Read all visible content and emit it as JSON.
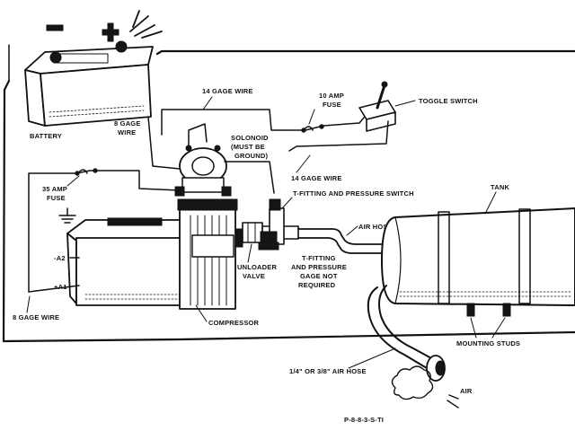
{
  "labels": {
    "battery": "BATTERY",
    "wire14_top": "14 GAGE WIRE",
    "wire8_battery_1": "8 GAGE",
    "wire8_battery_2": "WIRE",
    "fuse10_1": "10 AMP",
    "fuse10_2": "FUSE",
    "toggle_switch": "TOGGLE SWITCH",
    "solenoid_1": "SOLONOID",
    "solenoid_2": "(MUST BE",
    "solenoid_3": "GROUND)",
    "wire14_lower": "14 GAGE WIRE",
    "tfitting_switch": "T-FITTING AND PRESSURE SWITCH",
    "tank": "TANK",
    "fuse35_1": "35 AMP",
    "fuse35_2": "FUSE",
    "air_hose": "AIR HOSE",
    "terminal_a2": "-A2",
    "terminal_a1": "+A1",
    "tfitting_gage_1": "T-FITTING",
    "tfitting_gage_2": "AND PRESSURE",
    "tfitting_gage_3": "GAGE NOT",
    "tfitting_gage_4": "REQUIRED",
    "unloader_1": "UNLOADER",
    "unloader_2": "VALVE",
    "wire8_bottom": "8 GAGE WIRE",
    "compressor": "COMPRESSOR",
    "mounting_studs": "MOUNTING  STUDS",
    "hose_size": "1/4\" OR 3/8\" AIR HOSE",
    "air": "AIR",
    "part_code": "P-8-8-3-S-TI"
  },
  "battery_signs": {
    "negative": "−",
    "positive": "+"
  }
}
